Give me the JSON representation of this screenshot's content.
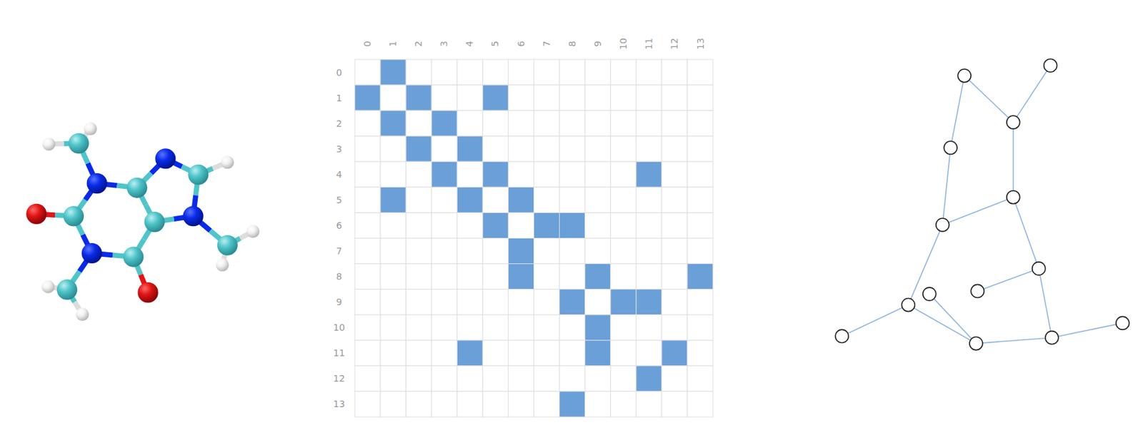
{
  "diagram": {
    "labels": [
      "0",
      "1",
      "2",
      "3",
      "4",
      "5",
      "6",
      "7",
      "8",
      "9",
      "10",
      "11",
      "12",
      "13",
      "0",
      "1",
      "2",
      "3",
      "4",
      "5",
      "6",
      "7",
      "8",
      "9",
      "10",
      "11",
      "12",
      "13"
    ]
  }
}
